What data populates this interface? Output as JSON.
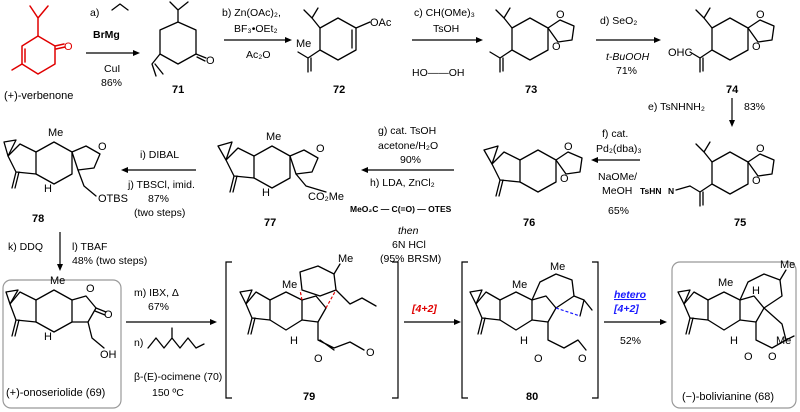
{
  "compounds": {
    "verbenone": "(+)-verbenone",
    "c71": "71",
    "c72": "72",
    "c73": "73",
    "c74": "74",
    "c75": "75",
    "c76": "76",
    "c77": "77",
    "c78": "78",
    "onoseriolide": "(+)-onoseriolide (69)",
    "c79": "79",
    "c80": "80",
    "bolivianine": "(−)-bolivianine (68)"
  },
  "steps": {
    "a": {
      "label": "a)",
      "reagent1": "BrMg",
      "reagent2": "CuI",
      "yield": "86%"
    },
    "b": {
      "line1": "b) Zn(OAc)₂,",
      "line2": "BF₃•OEt₂",
      "line3": "Ac₂O"
    },
    "c": {
      "line1": "c) CH(OMe)₃",
      "line2": "TsOH",
      "diol": "HO——OH"
    },
    "d": {
      "line1": "d) SeO₂",
      "line2": "t-BuOOH",
      "yield": "71%"
    },
    "e": {
      "text": "e) TsNHNH₂",
      "yield": "83%"
    },
    "f": {
      "line1": "f) cat.",
      "line2": "Pd₂(dba)₃",
      "line3": "NaOMe/",
      "line4": "MeOH",
      "yield": "65%"
    },
    "g": {
      "line1": "g) cat. TsOH",
      "line2": "acetone/H₂O",
      "yield": "90%"
    },
    "h": {
      "line1": "h) LDA, ZnCl₂",
      "reagent": "MeO₂C — C(=O) — OTES",
      "then": "then",
      "line3": "6N HCl",
      "line4": "(95% BRSM)"
    },
    "i": {
      "text": "i) DIBAL"
    },
    "j": {
      "line1": "j) TBSCl, imid.",
      "yield": "87%",
      "note": "(two steps)"
    },
    "k": {
      "text": "k) DDQ"
    },
    "l": {
      "line1": "l) TBAF",
      "line2": "48% (two steps)"
    },
    "m": {
      "line1": "m) IBX, Δ",
      "yield": "67%"
    },
    "n": {
      "label": "n)",
      "reagent": "β-(E)-ocimene (70)",
      "temp": "150 ºC"
    },
    "da": {
      "label": "[4+2]"
    },
    "hda": {
      "line1": "hetero",
      "line2": "[4+2]",
      "yield": "52%"
    }
  },
  "atoms": {
    "me": "Me",
    "oac": "OAc",
    "o": "O",
    "h": "H",
    "ohc": "OHC",
    "tshn": "TsHN",
    "n": "N",
    "otbs": "OTBS",
    "co2me": "CO₂Me",
    "oh": "OH"
  },
  "colors": {
    "red": "#e00000",
    "blue": "#1a1aff",
    "box": "#999999"
  }
}
